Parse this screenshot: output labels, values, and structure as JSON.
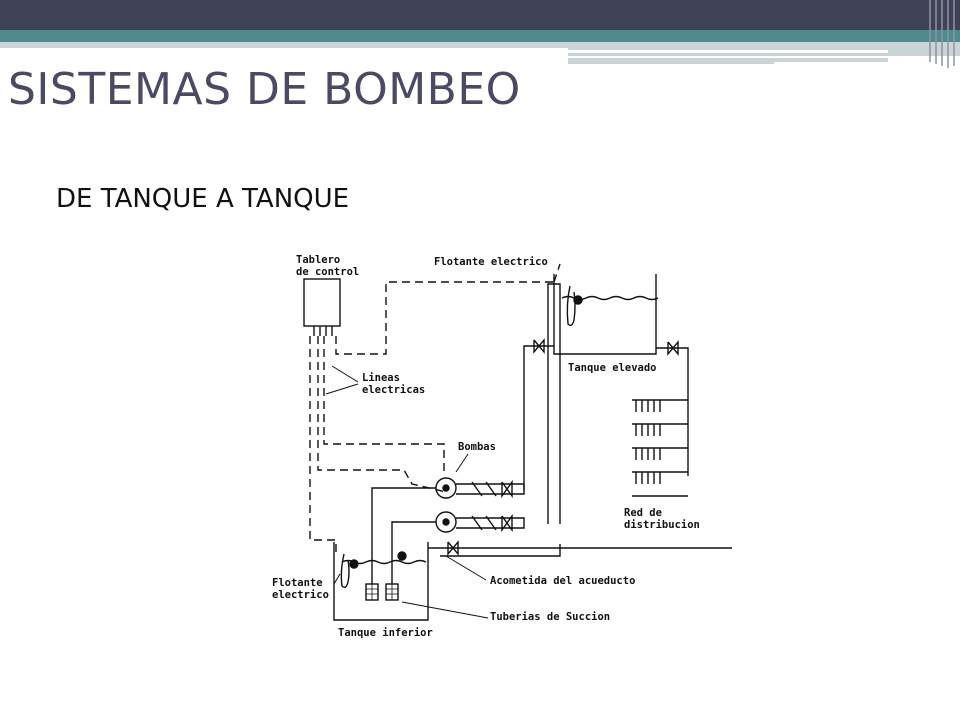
{
  "slide": {
    "title": "SISTEMAS DE BOMBEO",
    "subtitle": "DE TANQUE A TANQUE"
  },
  "theme": {
    "header_dark": "#3f4157",
    "header_teal": "#4f8a8c",
    "title_color": "#4a4a62"
  },
  "diagram": {
    "labels": {
      "tablero_line1": "Tablero",
      "tablero_line2": "de control",
      "flotante_top": "Flotante electrico",
      "lineas_line1": "Lineas",
      "lineas_line2": "electricas",
      "tanque_elevado": "Tanque elevado",
      "bombas": "Bombas",
      "red_line1": "Red de",
      "red_line2": "distribucion",
      "flotante_bottom_line1": "Flotante",
      "flotante_bottom_line2": "electrico",
      "acometida": "Acometida del acueducto",
      "tuberias": "Tuberias de Succion",
      "tanque_inferior": "Tanque inferior"
    }
  }
}
